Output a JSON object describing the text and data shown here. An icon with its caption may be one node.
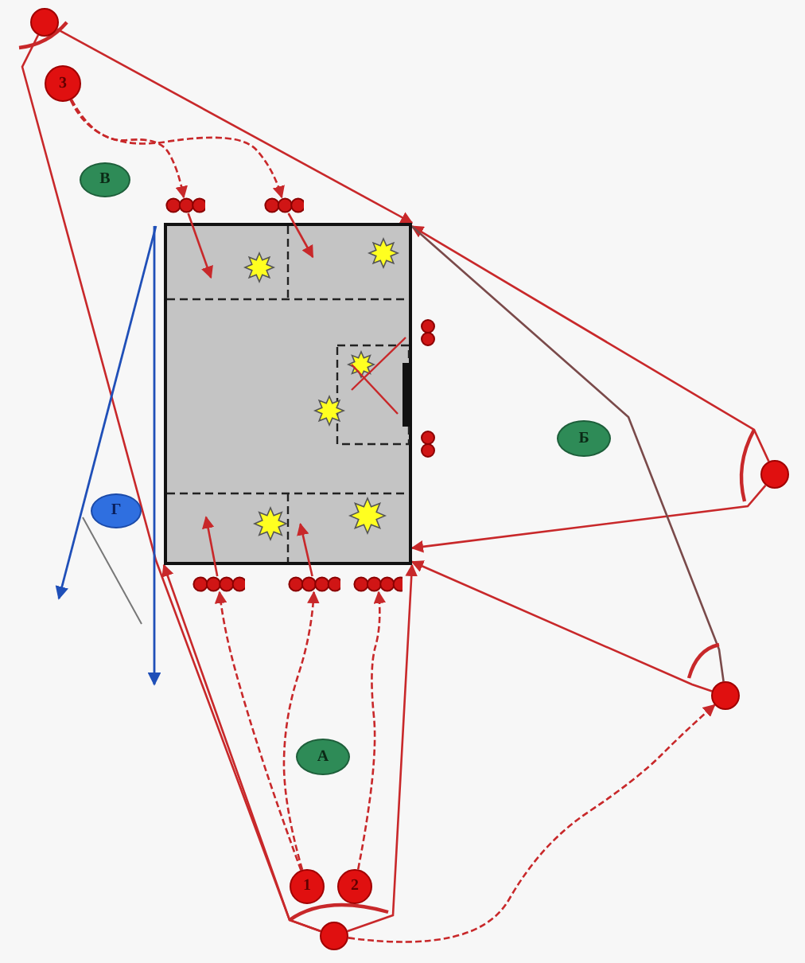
{
  "diagram": {
    "nodes": [
      {
        "text": [
          "В"
        ]
      },
      {
        "text": [
          "3"
        ]
      },
      {
        "text": [
          "Б"
        ]
      },
      {
        "text": [
          "Г"
        ]
      },
      {
        "text": [
          "А"
        ]
      },
      {
        "text": [
          "1"
        ]
      },
      {
        "text": [
          "2"
        ]
      },
      {
        "text": [],
        "shape": "box"
      },
      {
        "text": [],
        "shape": "circle"
      },
      {
        "text": [],
        "shape": "circle"
      },
      {
        "text": [],
        "shape": "circle"
      },
      {
        "text": [],
        "shape": "circle"
      },
      {
        "text": [],
        "shape": "circle"
      },
      {
        "text": [],
        "shape": "circle"
      },
      {
        "text": [],
        "shape": "circle"
      },
      {
        "text": [],
        "shape": "circle"
      },
      {
        "text": [],
        "shape": "circle"
      }
    ],
    "edges": [
      {
        "from": 1,
        "to": 8,
        "arrow": "to",
        "style": "dashed"
      },
      {
        "from": 1,
        "to": 9,
        "arrow": "to",
        "style": "dashed"
      },
      {
        "from": 5,
        "to": 10,
        "arrow": "to",
        "style": "dashed"
      },
      {
        "from": 5,
        "to": 11,
        "arrow": "to",
        "style": "dashed"
      },
      {
        "from": 6,
        "to": 12,
        "arrow": "to",
        "style": "dashed"
      },
      {
        "from": 13,
        "to": 7,
        "arrow": "to"
      },
      {
        "from": 14,
        "to": 7,
        "arrow": "to"
      },
      {
        "from": 14,
        "to": 7,
        "arrow": "to"
      },
      {
        "from": 15,
        "to": 7,
        "arrow": "to"
      },
      {
        "from": 7,
        "to": 15,
        "arrow": "none",
        "color": "#7a4a4a"
      },
      {
        "from": 16,
        "to": 15,
        "arrow": "to",
        "style": "dashed"
      },
      {
        "from": 16,
        "to": 7,
        "arrow": "to"
      },
      {
        "from": 16,
        "to": 7,
        "arrow": "to"
      },
      {
        "from": 16,
        "to": 13,
        "arrow": "none"
      },
      {
        "from": 8,
        "to": 7,
        "arrow": "to"
      },
      {
        "from": 9,
        "to": 7,
        "arrow": "to"
      },
      {
        "from": 10,
        "to": 7,
        "arrow": "to"
      },
      {
        "from": 11,
        "to": 7,
        "arrow": "to"
      }
    ]
  }
}
